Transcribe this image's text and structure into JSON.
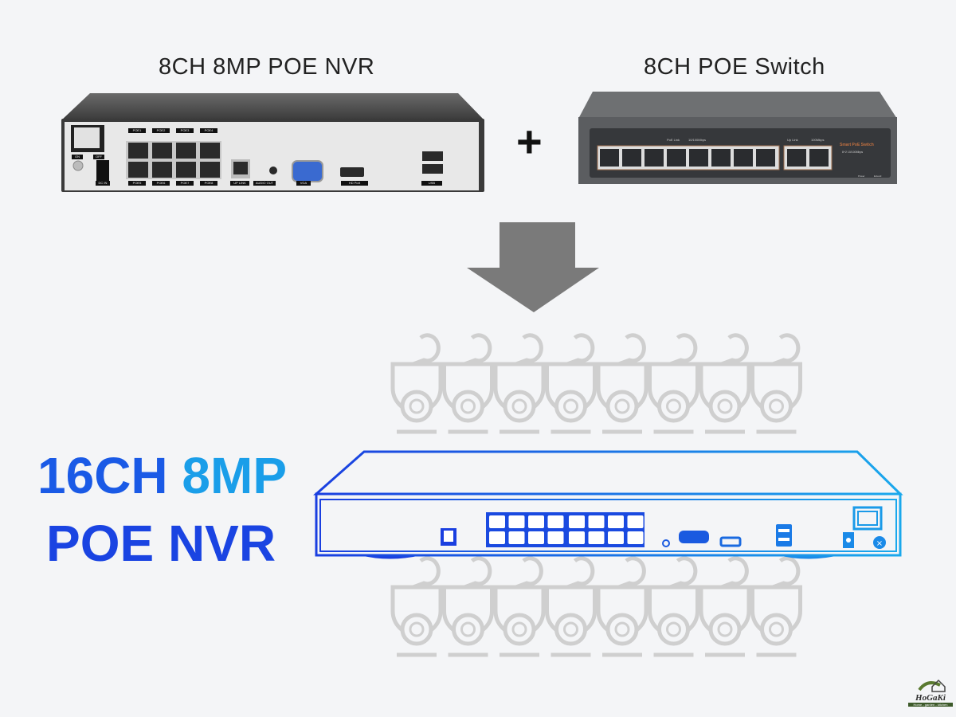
{
  "top": {
    "nvr_title": "8CH 8MP POE NVR",
    "switch_title": "8CH POE Switch",
    "plus": "+"
  },
  "nvr_panel": {
    "switch_labels": [
      "ON",
      "OFF"
    ],
    "poe_top": [
      "POE1",
      "POE2",
      "POE3",
      "POE4"
    ],
    "poe_bottom": [
      "POE5",
      "POE6",
      "POE7",
      "POE8"
    ],
    "dc_in": "DC IN",
    "up_link": "UP LINK",
    "audio_out": "AUDIO OUT",
    "vga": "VGA",
    "hd_port": "HD Port",
    "usb": "USB"
  },
  "switch_panel": {
    "poe_link": "PoE Link",
    "speed": "10/100Mbps",
    "up_link": "Up Link",
    "up_speed": "100Mbps",
    "brand": "Smart PoE Switch",
    "sub": "8+2 10/100Mbps",
    "power": "Power",
    "extend": "Extend"
  },
  "result": {
    "line1_a": "16CH",
    "line1_b": "8MP",
    "line2": "POE NVR",
    "camera_count_per_row": 8,
    "poe_ports": 16
  },
  "logo": {
    "name": "HoGaKi",
    "tagline": "Home - garden - kitchen"
  },
  "colors": {
    "accent_dark": "#1a3fe0",
    "accent_light": "#1aa8ec",
    "camera_outline": "#cfcfcf",
    "arrow": "#7a7a7a"
  }
}
